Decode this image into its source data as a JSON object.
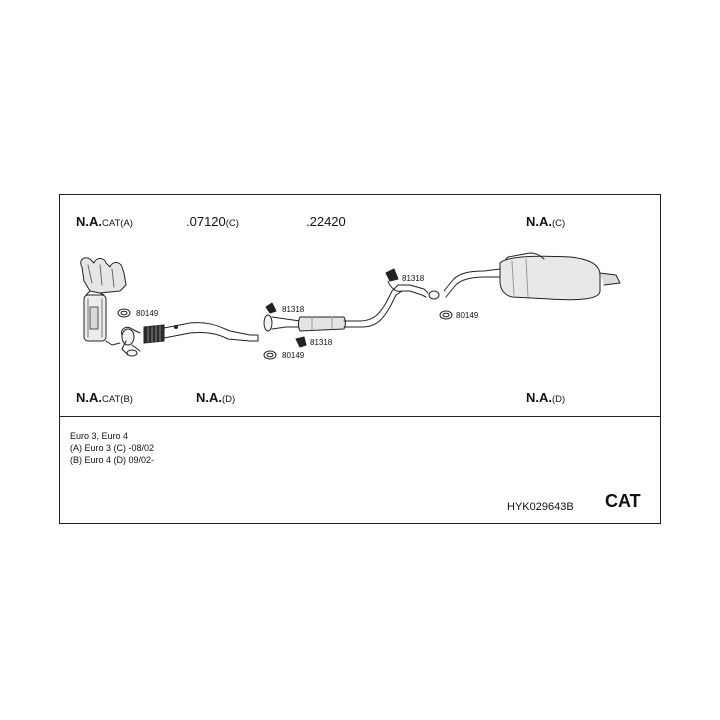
{
  "labels": {
    "top_left": {
      "main": "N.A.",
      "sub": "CAT(A)"
    },
    "top_07120": {
      "main": ".07120",
      "sub": "(C)"
    },
    "top_22420": {
      "main": ".22420"
    },
    "top_right": {
      "main": "N.A.",
      "sub": "(C)"
    },
    "bot_left": {
      "main": "N.A.",
      "sub": "CAT(B)"
    },
    "bot_mid": {
      "main": "N.A.",
      "sub": "(D)"
    },
    "bot_right": {
      "main": "N.A.",
      "sub": "(D)"
    }
  },
  "parts": {
    "gasket_80149_a": "80149",
    "gasket_80149_b": "80149",
    "gasket_80149_c": "80149",
    "hanger_81318_a": "81318",
    "hanger_81318_b": "81318",
    "hanger_81318_c": "81318"
  },
  "notes": {
    "line1": "Euro 3, Euro 4",
    "line2": "(A) Euro 3 (C) -08/02",
    "line3": "(B) Euro 4 (D) 09/02-"
  },
  "product_code": "HYK029643B",
  "category": "CAT"
}
